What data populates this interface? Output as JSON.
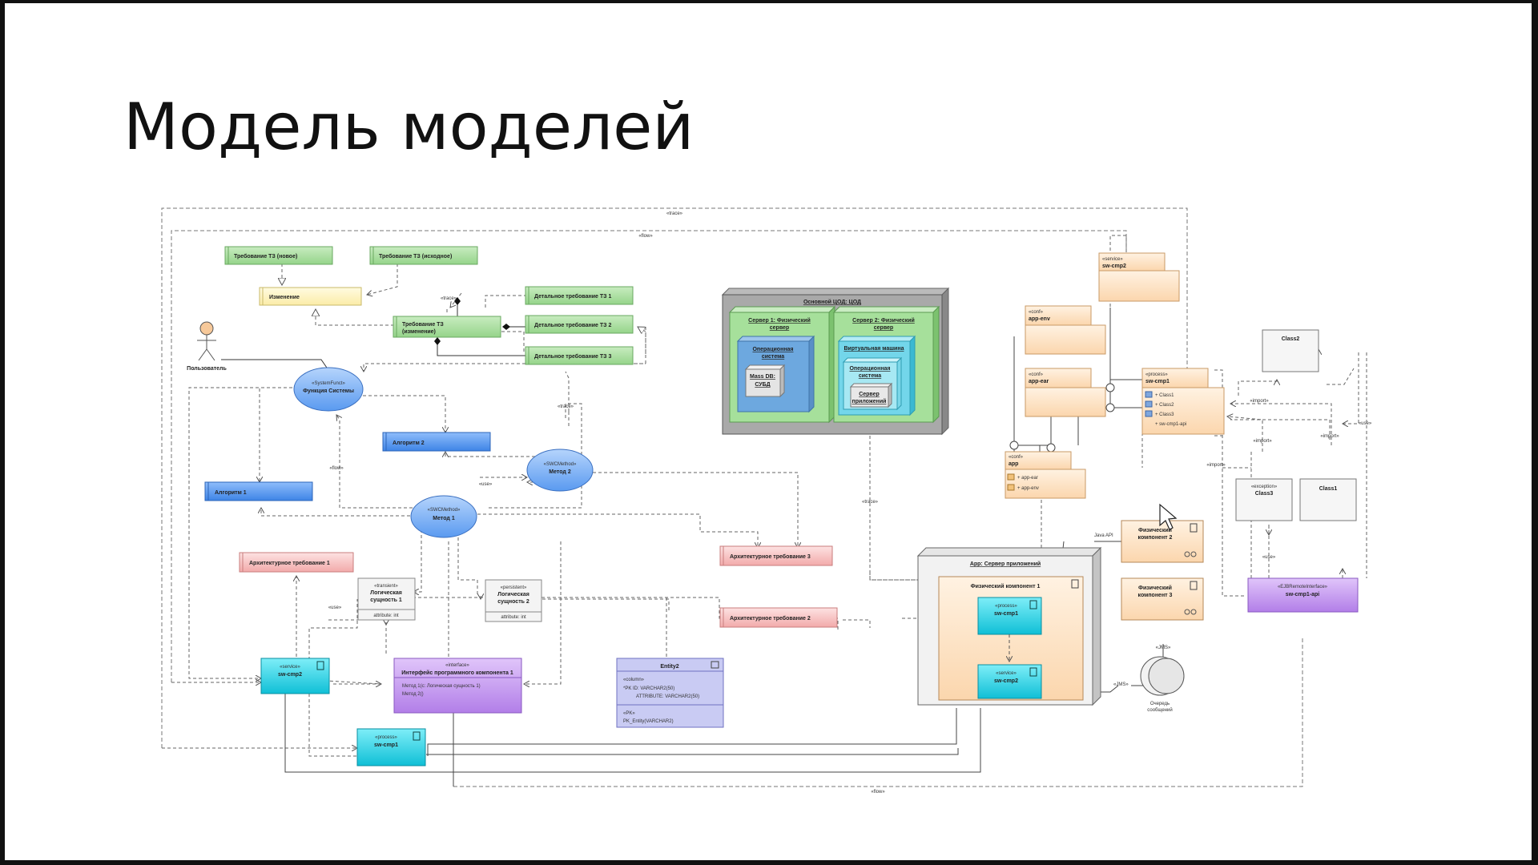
{
  "title": "Модель моделей",
  "stereotypes": {
    "trace": "«trace»",
    "flow": "«flow»",
    "use": "«use»",
    "import": "«import»",
    "java_api": "Java API",
    "jms": "«JMS»"
  },
  "requirements": {
    "tz_new": "Требование ТЗ (новое)",
    "tz_orig": "Требование ТЗ (исходное)",
    "change": "Изменение",
    "tz_changed_1": "Требование ТЗ",
    "tz_changed_2": "(изменение)",
    "detail1": "Детальное требование ТЗ 1",
    "detail2": "Детальное требование ТЗ 2",
    "detail3": "Детальное требование ТЗ 3",
    "arch1": "Архитектурное требование 1",
    "arch2": "Архитектурное требование 2",
    "arch3": "Архитектурное требование 3"
  },
  "actor": {
    "label": "Пользователь"
  },
  "system_function": {
    "stereo": "«SystemFunct»",
    "name": "Функция Системы"
  },
  "algorithms": {
    "a1": "Алгоритм 1",
    "a2": "Алгоритм 2"
  },
  "methods": {
    "m1_stereo": "«SWCMethod»",
    "m1_name": "Метод 1",
    "m2_stereo": "«SWCMethod»",
    "m2_name": "Метод 2"
  },
  "entities": {
    "le1_stereo": "«transient»",
    "le1_name_1": "Логическая",
    "le1_name_2": "сущность 1",
    "le1_attr": "attribute: int",
    "le2_stereo": "«persistent»",
    "le2_name_1": "Логическая",
    "le2_name_2": "сущность 2",
    "le2_attr": "attribute: int"
  },
  "components": {
    "swcmp2_stereo": "«service»",
    "swcmp2_name": "sw-cmp2",
    "swcmp1_stereo": "«process»",
    "swcmp1_name": "sw-cmp1"
  },
  "interface1": {
    "stereo": "«interface»",
    "name": "Интерфейс программного компонента 1",
    "m1": "Метод 1(с: Логическая сущность 1)",
    "m2": "Метод 2()"
  },
  "entity2": {
    "name": "Entity2",
    "stereo": "«column»",
    "col1": "*PK  ID: VARCHAR2(50)",
    "col2": "ATTRIBUTE: VARCHAR2(50)",
    "pk_stereo": "«PK»",
    "pk": "PK_Entity(VARCHAR2)"
  },
  "datacenter": {
    "title": "Основной ЦОД: ЦОД",
    "server1_1": "Сервер 1: Физический",
    "server1_2": "сервер",
    "os1_1": "Операционная",
    "os1_2": "система",
    "db_1": "Mass DB:",
    "db_2": "СУБД",
    "server2_1": "Сервер 2: Физический",
    "server2_2": "сервер",
    "vm": "Виртуальная машина",
    "os2_1": "Операционная",
    "os2_2": "система",
    "app_1": "Сервер",
    "app_2": "приложений"
  },
  "packages": {
    "swcmp2_stereo": "«service»",
    "swcmp2_name": "sw-cmp2",
    "appenv_stereo": "«conf»",
    "appenv_name": "app-env",
    "appear_stereo": "«conf»",
    "appear_name": "app-ear",
    "app_stereo": "«conf»",
    "app_name": "app",
    "app_item1": "+ app-ear",
    "app_item2": "+ app-env",
    "swcmp1_stereo": "«process»",
    "swcmp1_name": "sw-cmp1",
    "swcmp1_items": [
      "+ Class1",
      "+ Class2",
      "+ Class3",
      "+ sw-cmp1-api"
    ]
  },
  "classes": {
    "class2": "Class2",
    "class3_stereo": "«exception»",
    "class3": "Class3",
    "class1": "Class1"
  },
  "app_server": {
    "title": "App: Сервер приложений",
    "phys1": "Физический компонент 1",
    "inner1_stereo": "«process»",
    "inner1_name": "sw-cmp1",
    "inner2_stereo": "«service»",
    "inner2_name": "sw-cmp2",
    "phys2_1": "Физический",
    "phys2_2": "компонент 2",
    "phys3_1": "Физический",
    "phys3_2": "компонент 3",
    "queue_1": "Очередь",
    "queue_2": "сообщений"
  },
  "ejb": {
    "stereo": "«EJBRemoteInterface»",
    "name": "sw-cmp1-api"
  },
  "colors": {
    "green": "#a9dca0",
    "yellow": "#fff5c0",
    "blue": "#5b9bf0",
    "red": "#f8c9c9",
    "cyan": "#19d3e6",
    "purple": "#c99af0",
    "orange": "#fde3c6",
    "gray": "#f4f4f4"
  }
}
